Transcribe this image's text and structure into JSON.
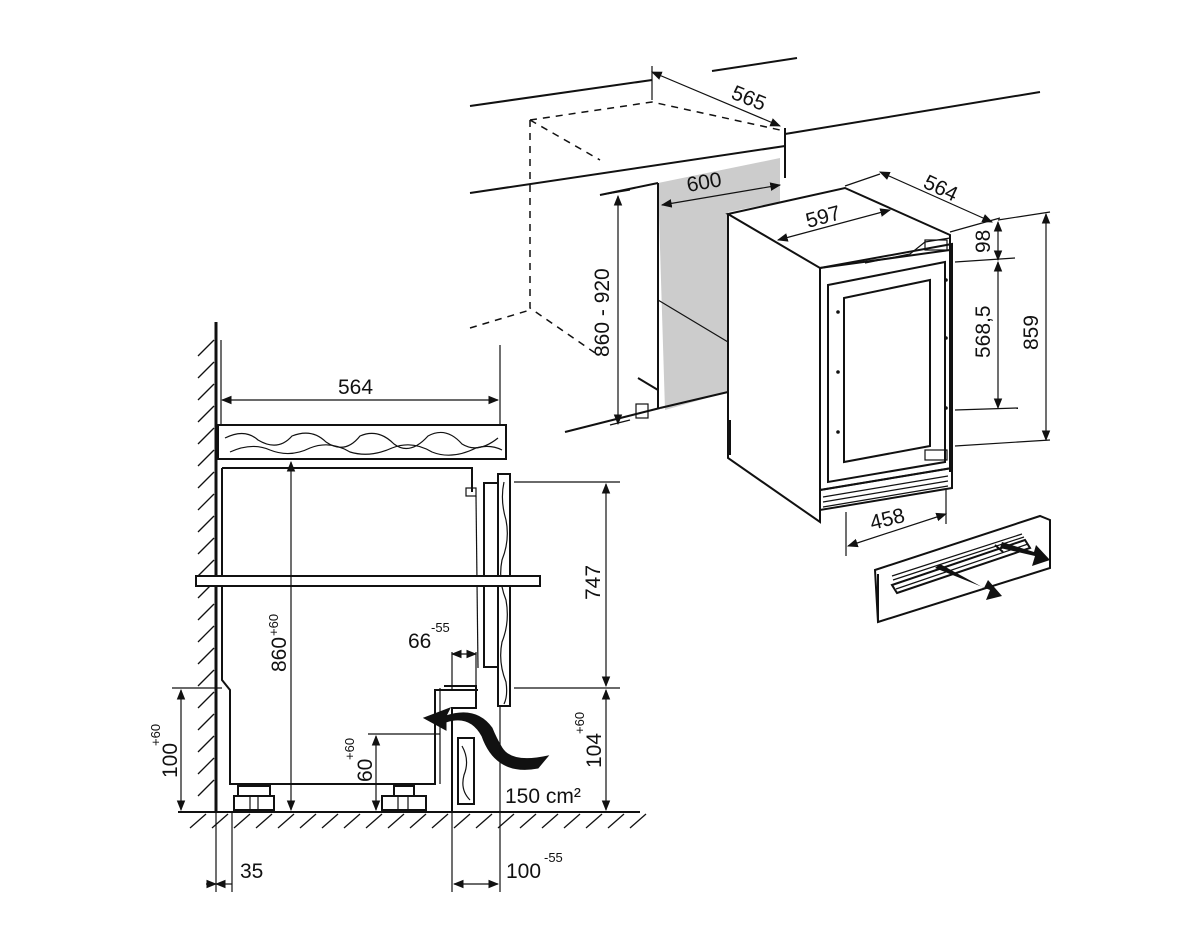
{
  "dimensions": {
    "niche_depth": "565",
    "niche_width": "600",
    "niche_height": "860 - 920",
    "appliance_width": "597",
    "appliance_depth": "564",
    "top_offset": "98",
    "door_glass_height": "568,5",
    "appliance_height": "859",
    "grille_width": "458",
    "side_depth": "564",
    "door_height": "747",
    "inner_height_base": "860",
    "inner_height_tol": "+60",
    "gap_base": "66",
    "gap_tol": "-55",
    "plinth_left_base": "100",
    "plinth_left_tol": "+60",
    "foot_base": "60",
    "foot_tol": "+60",
    "plinth_right_base": "104",
    "plinth_right_tol": "+60",
    "vent_area": "150 cm²",
    "wall_offset": "35",
    "bottom_offset_base": "100",
    "bottom_offset_tol": "-55"
  },
  "colors": {
    "line": "#111111",
    "shade": "#cccccc",
    "background": "#ffffff"
  }
}
